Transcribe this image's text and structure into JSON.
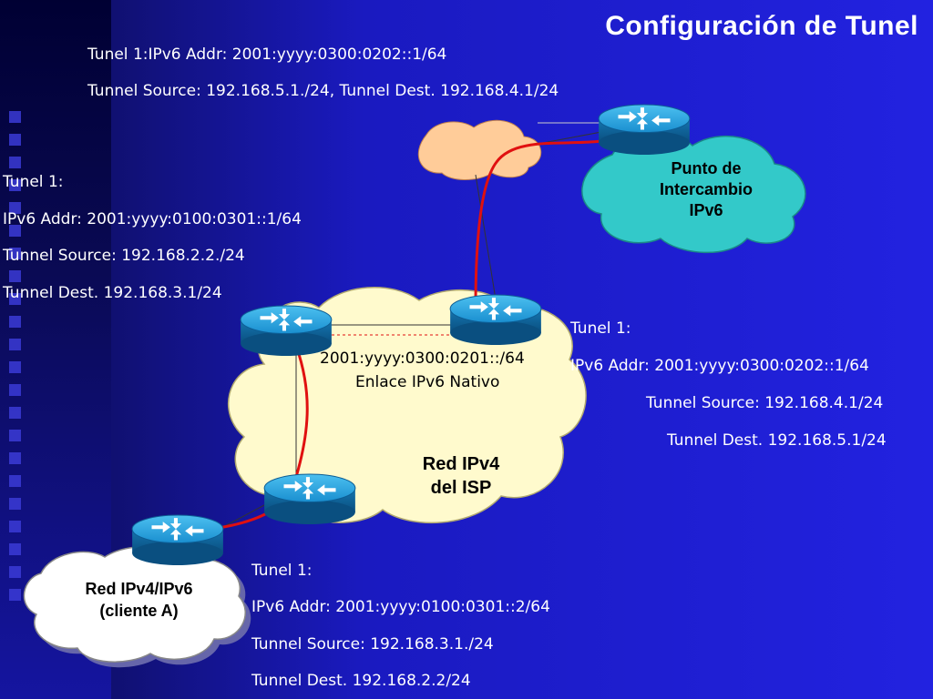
{
  "title": "Configuración de Tunel",
  "top_info": {
    "line1": "Tunel 1:IPv6 Addr: 2001:yyyy:0300:0202::1/64",
    "line2": "Tunnel Source: 192.168.5.1./24, Tunnel Dest. 192.168.4.1/24"
  },
  "left_info": {
    "line1": "Tunel 1:",
    "line2": "IPv6 Addr: 2001:yyyy:0100:0301::1/64",
    "line3": "Tunnel Source: 192.168.2.2./24",
    "line4": "Tunnel Dest. 192.168.3.1/24"
  },
  "right_info": {
    "line1": "Tunel 1:",
    "line2": "IPv6 Addr: 2001:yyyy:0300:0202::1/64",
    "line3": "Tunnel Source: 192.168.4.1/24",
    "line4": "Tunnel Dest. 192.168.5.1/24"
  },
  "bottom_info": {
    "line1": "Tunel 1:",
    "line2": "IPv6 Addr: 2001:yyyy:0100:0301::2/64",
    "line3": "Tunnel Source: 192.168.3.1./24",
    "line4": "Tunnel Dest. 192.168.2.2/24"
  },
  "native_link": {
    "prefix": "2001:yyyy:0300:0201::/64",
    "label": "Enlace IPv6 Nativo"
  },
  "isp_cloud": {
    "line1": "Red IPv4",
    "line2": "del  ISP"
  },
  "exchange_cloud": {
    "line1": "Punto de",
    "line2": "Intercambio",
    "line3": "IPv6"
  },
  "client_cloud": {
    "line1": "Red IPv4/IPv6",
    "line2": "(cliente A)"
  },
  "colors": {
    "background": "#2222e0",
    "isp_cloud": "#fffacd",
    "exchange_cloud": "#33c9c9",
    "client_cloud": "#ffffff",
    "internet_cloud": "#ffcc99",
    "router": "#1a8fd0",
    "tunnel_line": "#e01010"
  },
  "icons": {
    "router": "router-icon"
  }
}
